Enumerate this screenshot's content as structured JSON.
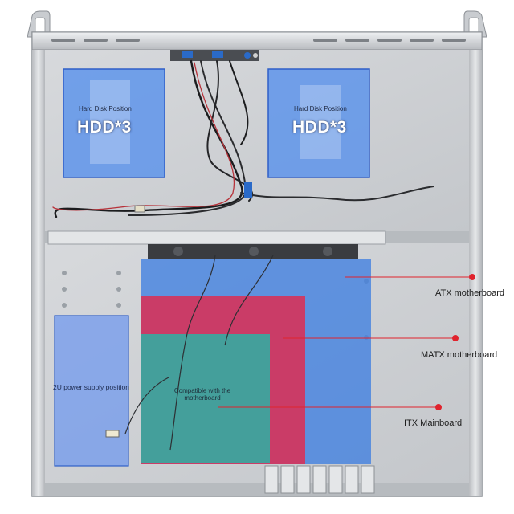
{
  "hdd_left": {
    "caption": "Hard Disk Position",
    "count": "HDD*3"
  },
  "hdd_right": {
    "caption": "Hard Disk Position",
    "count": "HDD*3"
  },
  "psu": {
    "label": "2U power supply position"
  },
  "itx_inner": {
    "label": "Compatible with the motherboard"
  },
  "callouts": {
    "atx": "ATX motherboard",
    "matx": "MATX motherboard",
    "itx": "ITX Mainboard"
  },
  "colors": {
    "atx_zone": "#3f7fe0",
    "matx_zone": "#d6335a",
    "itx_zone": "#38a8a0",
    "hdd_zone": "#5a92ec",
    "psu_zone": "#6d97ee",
    "callout_dot": "#e0232d",
    "chassis": "#cfd2d6"
  }
}
